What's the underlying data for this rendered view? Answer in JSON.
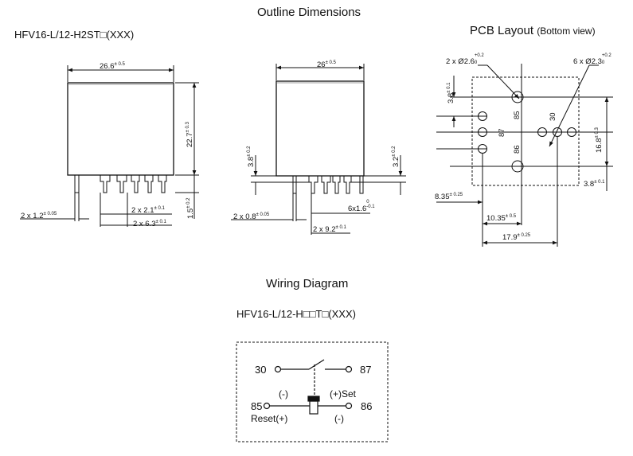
{
  "titles": {
    "outline": "Outline Dimensions",
    "model_top": "HFV16-L/12-H2ST□(XXX)",
    "pcb": "PCB Layout",
    "pcb_note": "(Bottom view)",
    "wiring": "Wiring Diagram",
    "model_wiring": "HFV16-L/12-H□□T□(XXX)"
  },
  "front_view": {
    "width": "26.6",
    "width_tol": "± 0.5",
    "height": "22.7",
    "height_tol": "± 0.3",
    "pin_len": "1.5",
    "pin_len_tol": "± 0.2",
    "pin_w": "2 x 1.2",
    "pin_w_tol": "± 0.05",
    "pin_a": "2 x 2.1",
    "pin_a_tol": "± 0.1",
    "pin_b": "2 x 6.3",
    "pin_b_tol": "± 0.1"
  },
  "side_view": {
    "width": "26",
    "width_tol": "± 0.5",
    "left": "3.8",
    "left_tol": "± 0.2",
    "right": "3.2",
    "right_tol": "± 0.2",
    "pin_w": "2 x 0.8",
    "pin_w_tol": "± 0.05",
    "pin_six": "6x1.6",
    "pin_six_tol": "-0.1",
    "pin_six_tol_top": "0",
    "pin_pitch": "2 x 9.2",
    "pin_pitch_tol": "± 0.1"
  },
  "pcb_layout": {
    "hole_large": "2 x Ø2.6",
    "hole_large_tol_top": "+0.2",
    "hole_large_tol_bot": "0",
    "hole_small": "6 x Ø2.3",
    "hole_small_tol_top": "+0.2",
    "hole_small_tol_bot": "0",
    "d_left": "3.8",
    "d_left_tol": "± 0.1",
    "d_right": "16.8",
    "d_right_tol": "± 0.3",
    "d_right2": "3.8",
    "d_right2_tol": "± 0.1",
    "d_a": "8.35",
    "d_a_tol": "± 0.25",
    "d_b": "10.35",
    "d_b_tol": "± 0.5",
    "d_c": "17.9",
    "d_c_tol": "± 0.25",
    "pin_30": "30",
    "pin_85": "85",
    "pin_87": "87",
    "pin_86": "86"
  },
  "wiring": {
    "pin_30": "30",
    "pin_87": "87",
    "pin_85": "85",
    "pin_86": "86",
    "minus_left": "(-)",
    "plus_set": "(+)Set",
    "reset": "Reset(+)",
    "minus_right": "(-)"
  }
}
